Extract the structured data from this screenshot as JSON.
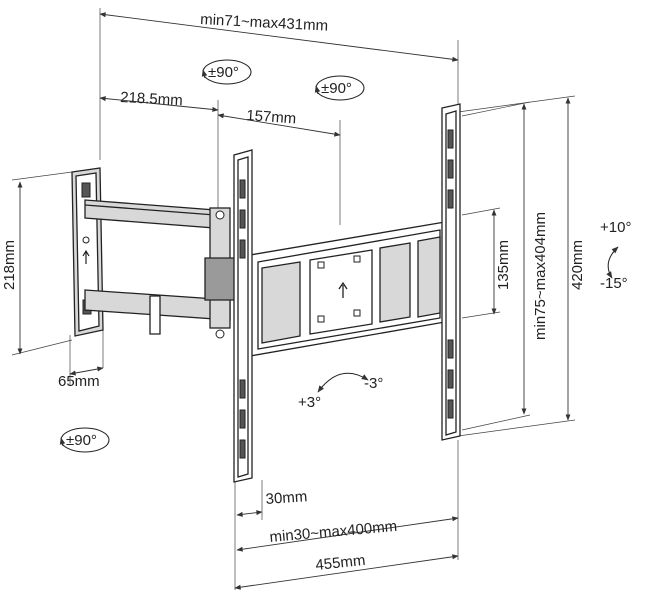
{
  "dimensions": {
    "overall_width": "min71~max431mm",
    "arm_length_1": "218.5mm",
    "arm_length_2": "157mm",
    "wall_plate_height": "218mm",
    "wall_plate_width": "65mm",
    "vertical_spacing": "min75~max404mm",
    "mount_height": "420mm",
    "hole_spacing_small": "135mm",
    "bracket_offset": "30mm",
    "horizontal_spacing": "min30~max400mm",
    "bracket_width": "455mm"
  },
  "rotations": {
    "swivel_top_left": "±90°",
    "swivel_top_right": "±90°",
    "swivel_bottom_left": "±90°",
    "tilt_up": "+10°",
    "tilt_down": "-15°",
    "level_plus": "+3°",
    "level_minus": "-3°"
  }
}
